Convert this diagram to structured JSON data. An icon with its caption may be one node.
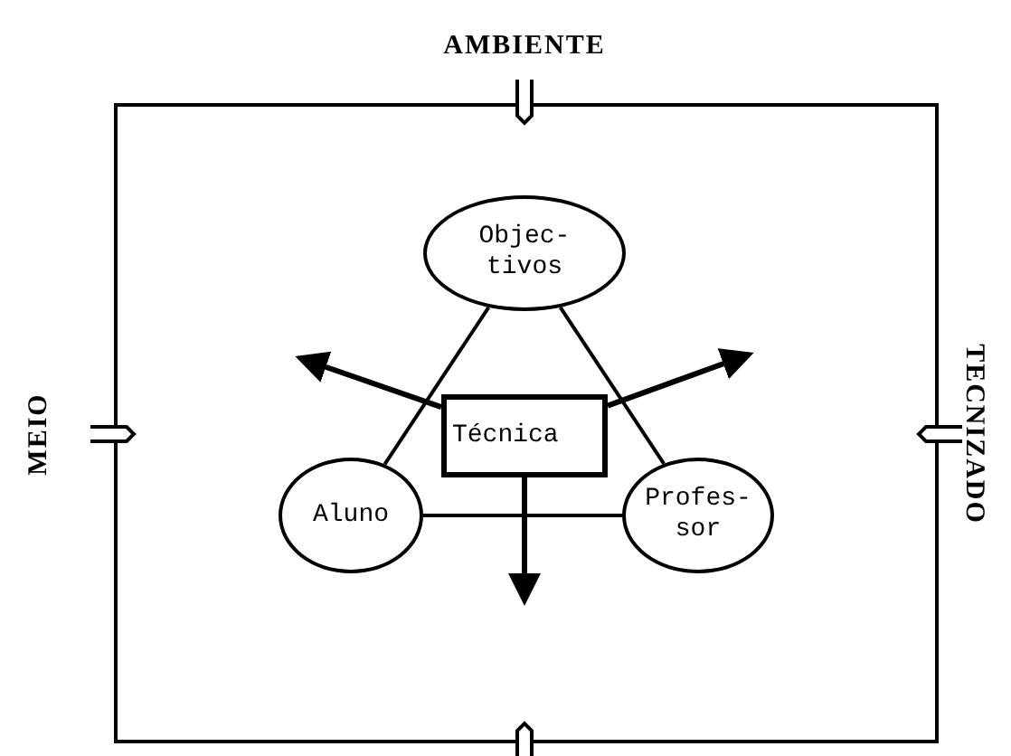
{
  "diagram": {
    "nodes": [
      {
        "text": [
          "Objec- tivos"
        ]
      },
      {
        "text": [
          "Técnica"
        ]
      },
      {
        "text": [
          "Aluno"
        ]
      },
      {
        "text": [
          "Profes- sor"
        ]
      }
    ],
    "edges": [
      {
        "from": 0,
        "to": 2,
        "arrow": "none"
      },
      {
        "from": 0,
        "to": 3,
        "arrow": "none"
      },
      {
        "from": 2,
        "to": 3,
        "arrow": "none"
      },
      {
        "from": 1,
        "to": null,
        "arrow": "to"
      },
      {
        "from": 1,
        "to": null,
        "arrow": "to"
      },
      {
        "from": 1,
        "to": null,
        "arrow": "to"
      }
    ],
    "labels": [
      "AMBIENTE",
      "MEIO",
      "TECNIZADO"
    ]
  }
}
